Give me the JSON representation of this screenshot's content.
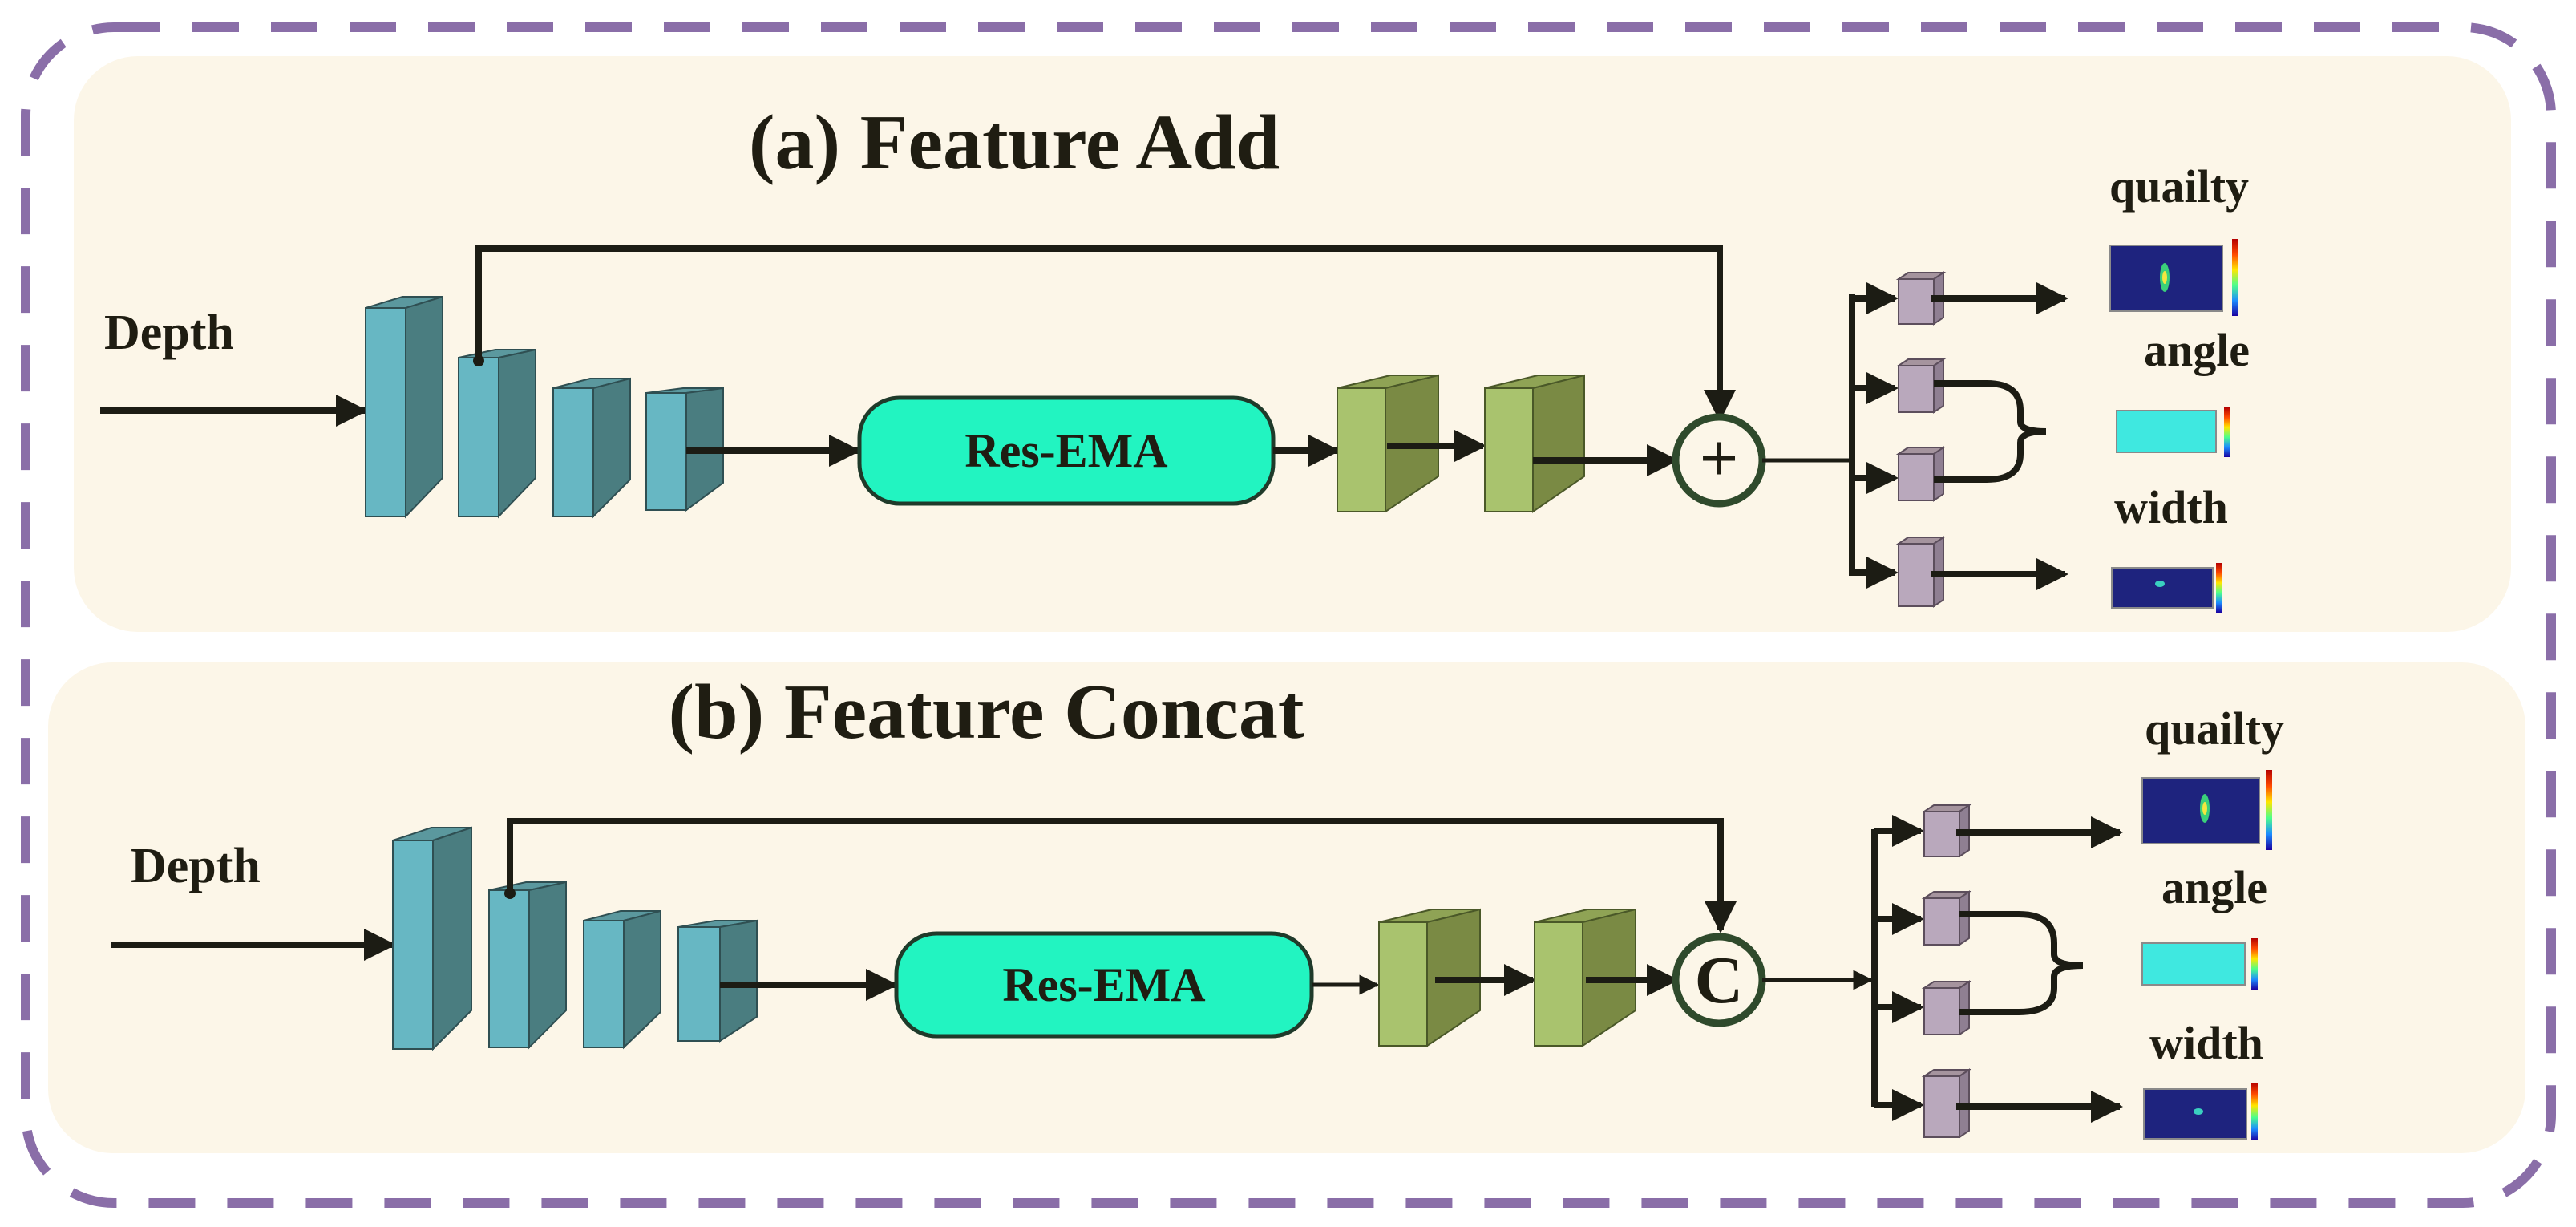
{
  "colors": {
    "outer_border": "#8a6ea8",
    "panel_fill": "#fcf6e8",
    "encoder_front": "#67b7c3",
    "encoder_side": "#4a7d80",
    "encoder_top": "#5b989e",
    "res_ema_fill": "#22f4c1",
    "res_ema_stroke": "#1f3a2a",
    "decoder_front": "#a9c36e",
    "decoder_side": "#7a8a44",
    "decoder_top": "#8fa355",
    "head_front": "#b9a8bc",
    "head_side": "#8f7f92",
    "operator_stroke": "#2f4a2c",
    "arrow": "#1c1c14",
    "heatmap_background": "#1e237e",
    "angle_map_background": "#3fe8e0"
  },
  "panels": [
    {
      "id": "add",
      "title": "(a) Feature Add",
      "input_label": "Depth",
      "module_label": "Res-EMA",
      "operator_symbol": "+",
      "operator_name": "add-operator",
      "outputs": [
        "quailty",
        "angle",
        "width"
      ]
    },
    {
      "id": "concat",
      "title": "(b) Feature Concat",
      "input_label": "Depth",
      "module_label": "Res-EMA",
      "operator_symbol": "C",
      "operator_name": "concat-operator",
      "outputs": [
        "quailty",
        "angle",
        "width"
      ]
    }
  ]
}
